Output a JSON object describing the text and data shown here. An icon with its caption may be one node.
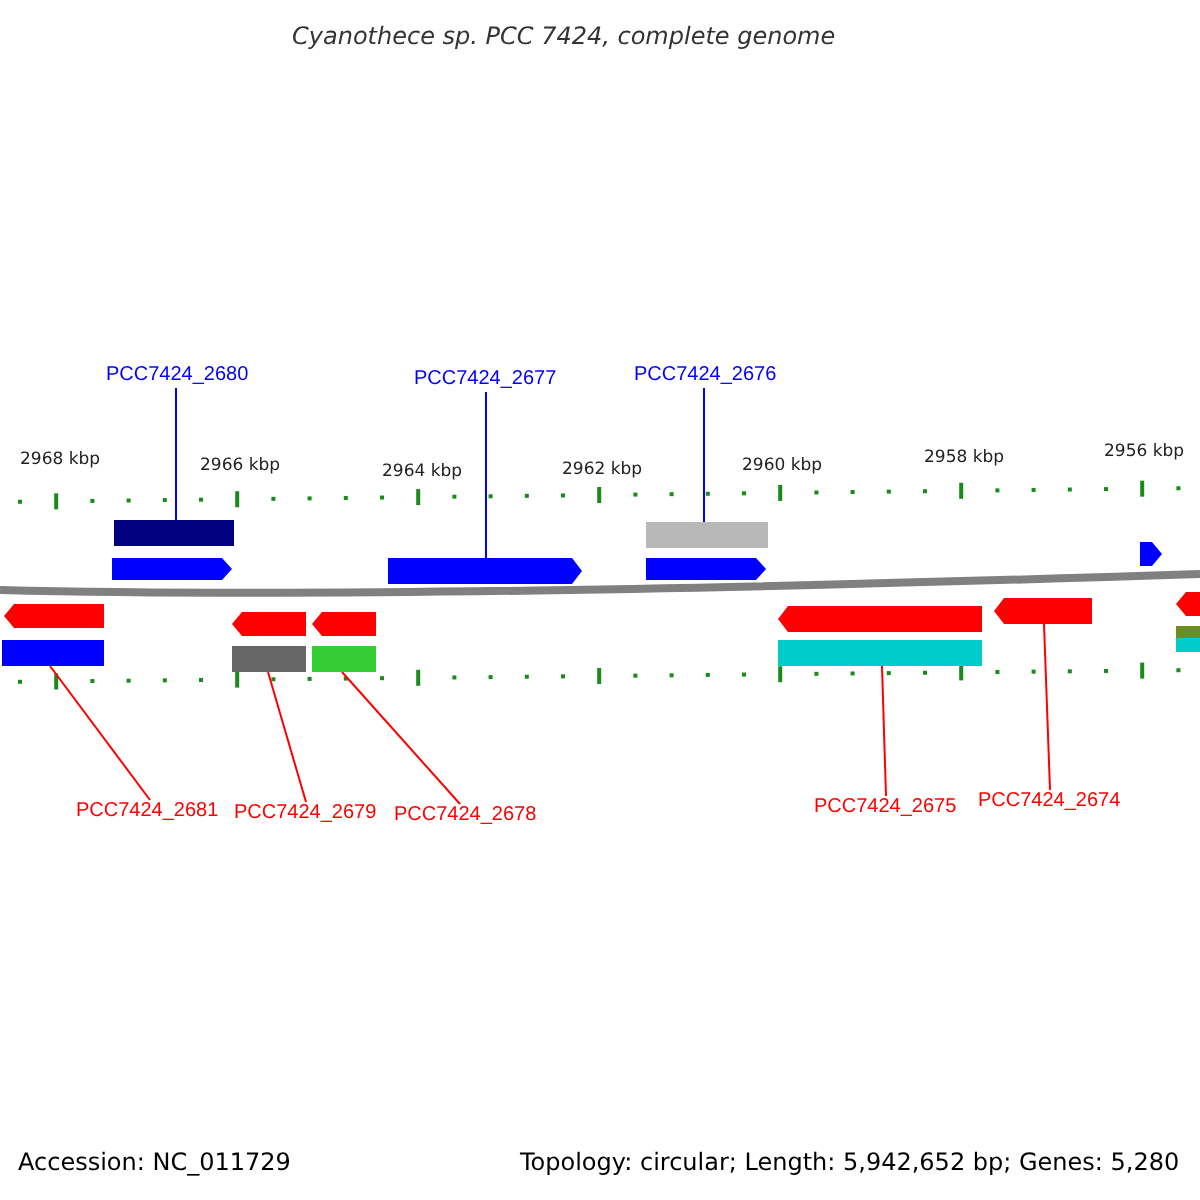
{
  "diagram": {
    "title": "Cyanothece sp. PCC 7424, complete genome",
    "nodes": [
      {
        "text": [
          "PCC7424_2680"
        ]
      },
      {
        "text": [
          "PCC7424_2677"
        ]
      },
      {
        "text": [
          "PCC7424_2676"
        ]
      },
      {
        "text": [],
        "shape": "bar"
      },
      {
        "text": [],
        "shape": "pentagon"
      },
      {
        "text": [],
        "shape": "bar"
      },
      {
        "text": [
          "PCC7424_2681"
        ]
      },
      {
        "text": [
          "PCC7424_2679"
        ]
      },
      {
        "text": [
          "PCC7424_2678"
        ]
      },
      {
        "text": [
          "PCC7424_2675"
        ]
      },
      {
        "text": [
          "PCC7424_2674"
        ]
      },
      {
        "text": [],
        "shape": "bar"
      },
      {
        "text": [],
        "shape": "bar"
      },
      {
        "text": [],
        "shape": "bar"
      },
      {
        "text": [],
        "shape": "bar"
      },
      {
        "text": [],
        "shape": "pentagon"
      },
      {
        "text": [],
        "shape": "pentagon"
      },
      {
        "text": [],
        "shape": "pentagon"
      },
      {
        "text": [],
        "shape": "pentagon"
      },
      {
        "text": [],
        "shape": "pentagon"
      },
      {
        "text": [],
        "shape": "pentagon"
      },
      {
        "text": [],
        "shape": "pentagon"
      },
      {
        "text": [],
        "shape": "pentagon"
      },
      {
        "text": [],
        "shape": "pentagon"
      },
      {
        "text": [],
        "shape": "bar"
      },
      {
        "text": [],
        "shape": "bar"
      }
    ],
    "edges": [
      {
        "from": 0,
        "to": 3,
        "arrow": "none",
        "color": "#0000ff"
      },
      {
        "from": 1,
        "to": 4,
        "arrow": "none",
        "color": "#0000ff"
      },
      {
        "from": 2,
        "to": 5,
        "arrow": "none",
        "color": "#0000ff"
      },
      {
        "from": 6,
        "to": 11,
        "arrow": "none"
      },
      {
        "from": 7,
        "to": 12,
        "arrow": "none"
      },
      {
        "from": 8,
        "to": 13,
        "arrow": "none"
      },
      {
        "from": 9,
        "to": 14,
        "arrow": "none"
      },
      {
        "from": 10,
        "to": 15,
        "arrow": "none"
      }
    ],
    "labels": [
      "2968 kbp",
      "2966 kbp",
      "2964 kbp",
      "2962 kbp",
      "2960 kbp",
      "2958 kbp",
      "2956 kbp",
      "Accession: NC_011729",
      "Topology: circular; Length: 5,942,652 bp; Genes: 5,280"
    ]
  }
}
